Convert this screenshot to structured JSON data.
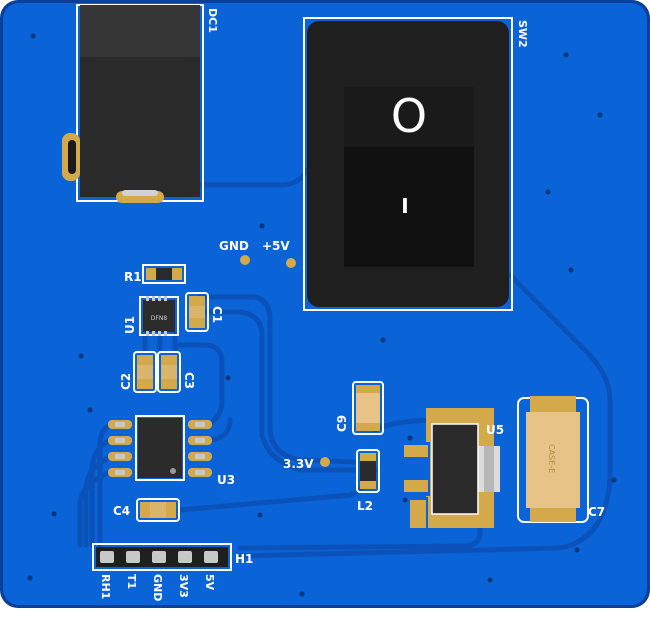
{
  "board": {
    "board_color": "#0b63d8",
    "trace_color": "#0a52b9",
    "pad_color": "#d4a94a",
    "silk_color": "#ffffff"
  },
  "labels": {
    "dc1": "DC1",
    "sw2": "SW2",
    "gnd": "GND",
    "plus5v": "+5V",
    "r1": "R1",
    "u1": "U1",
    "u1_pkg": "DFN8",
    "c1": "C1",
    "c2": "C2",
    "c3": "C3",
    "u3": "U3",
    "c4": "C4",
    "h1": "H1",
    "c9": "C9",
    "u5": "U5",
    "v33": "3.3V",
    "l2": "L2",
    "c7": "C7",
    "c7_pkg": "CASE-E"
  },
  "switch": {
    "off_symbol": "O",
    "on_symbol": "I"
  },
  "header_pins": [
    "RH1",
    "T1",
    "GND",
    "3V3",
    "5V"
  ]
}
